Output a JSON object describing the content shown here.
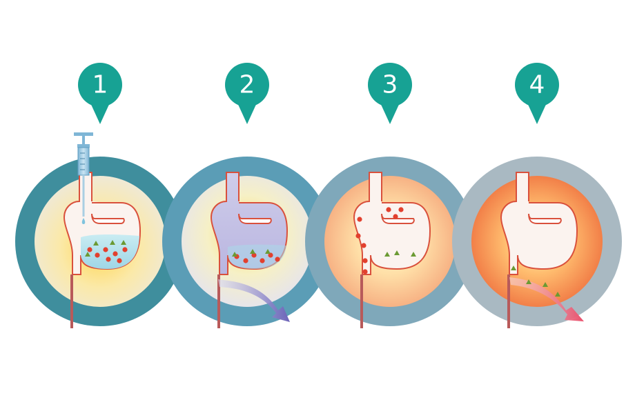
{
  "steps": [
    {
      "number": "1",
      "colors": {
        "ring": "#3e8f9e",
        "inner": "#eee9d4",
        "glow": "#ffd65a",
        "marker": "#17a294"
      },
      "has_syringe": true,
      "fill": "liquid",
      "particles": "in-stomach",
      "flow": "none"
    },
    {
      "number": "2",
      "colors": {
        "ring": "#5a9db6",
        "inner": "#e7e7ea",
        "glow": "#ffe06a",
        "marker": "#17a294"
      },
      "has_syringe": false,
      "fill": "purple",
      "particles": "in-stomach",
      "flow": "purple-arrow"
    },
    {
      "number": "3",
      "colors": {
        "ring": "#7ea8ba",
        "inner": "#f4b48a",
        "glow": "#ffe3ad",
        "marker": "#17a294"
      },
      "has_syringe": false,
      "fill": "empty",
      "particles": "dots-rising-triangles-stomach",
      "flow": "none"
    },
    {
      "number": "4",
      "colors": {
        "ring": "#a9b8c1",
        "inner": "#f07a44",
        "glow": "#ffc780",
        "marker": "#17a294"
      },
      "has_syringe": false,
      "fill": "empty",
      "particles": "triangles-exiting",
      "flow": "pink-arrow"
    }
  ]
}
